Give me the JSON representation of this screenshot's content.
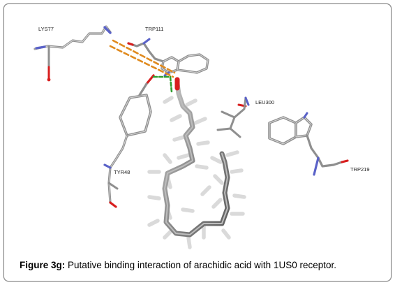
{
  "residues": [
    {
      "id": "lys77",
      "label": "LYS77"
    },
    {
      "id": "trp111",
      "label": "TRP111"
    },
    {
      "id": "leu300",
      "label": "LEU300"
    },
    {
      "id": "tyr48",
      "label": "TYR48"
    },
    {
      "id": "trp219",
      "label": "TRP219"
    }
  ],
  "caption": {
    "figure_label": "Figure 3g:",
    "text": " Putative binding interaction of arachidic  acid with 1US0 receptor."
  },
  "colors": {
    "carbon": "#8f8f8f",
    "hydrogen": "#e6e6e6",
    "oxygen": "#d81e1e",
    "nitrogen": "#5a62c8",
    "hbond_orange": "#e08a1e",
    "hbond_green": "#2f9e2f",
    "frame": "#6f6f6f"
  }
}
